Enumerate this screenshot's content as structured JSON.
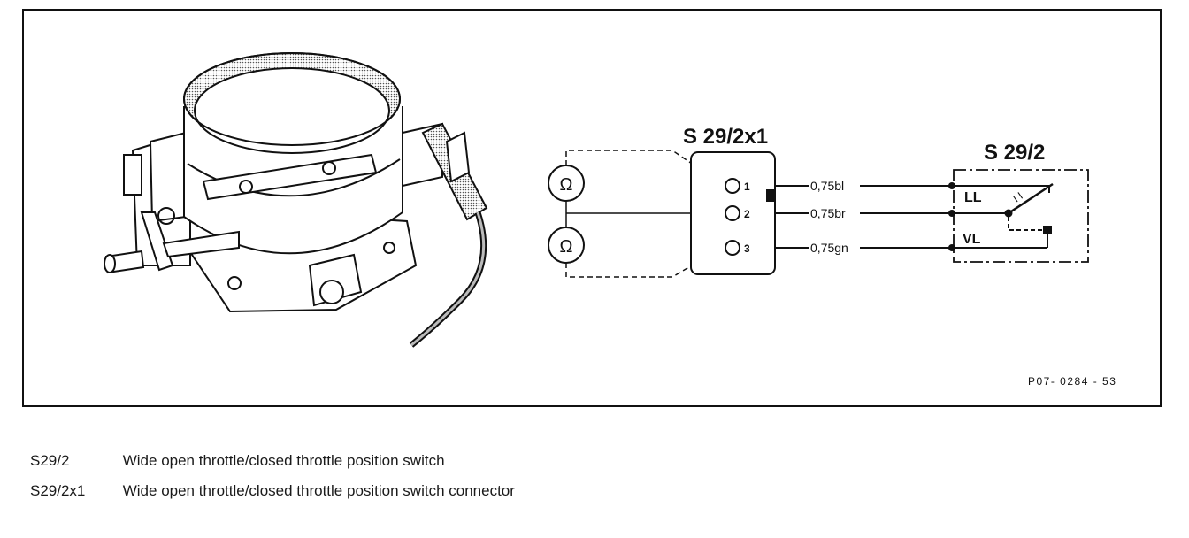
{
  "diagram": {
    "connector_label": "S 29/2x1",
    "switch_label": "S 29/2",
    "pins": [
      "1",
      "2",
      "3"
    ],
    "wires": [
      "0,75bl",
      "0,75br",
      "0,75gn"
    ],
    "switch_terminals": [
      "LL",
      "VL"
    ],
    "switch_position_mark": "I I",
    "meter_symbol": "Ω",
    "figure_id": "P07- 0284 - 53"
  },
  "legend": [
    {
      "code": "S29/2",
      "description": "Wide open throttle/closed throttle position switch"
    },
    {
      "code": "S29/2x1",
      "description": "Wide open throttle/closed throttle position switch connector"
    }
  ]
}
